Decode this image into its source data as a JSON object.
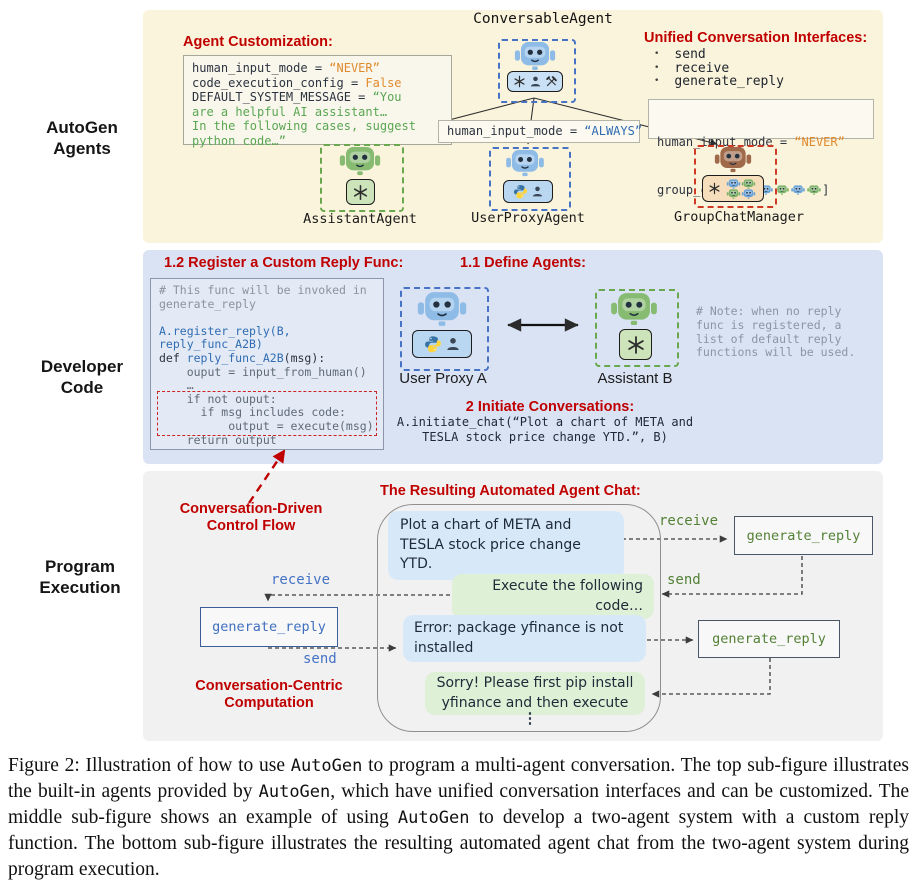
{
  "colors": {
    "accent_red": "#c00000",
    "panel_top_bg": "#fbf4dc",
    "panel_middle_bg": "#dae3f3",
    "panel_bottom_bg": "#f1f1f1",
    "code_orange": "#e08a2e",
    "code_green": "#59a653",
    "code_blue": "#2f6cb3",
    "bubble_blue": "#d7e9f9",
    "bubble_green": "#def0d6",
    "agent_border_blue": "#4673c5",
    "agent_border_green": "#6aa84f",
    "agent_border_red": "#cf3a27",
    "label_green": "#538135",
    "label_blue": "#4472c4"
  },
  "side_labels": {
    "agents": "AutoGen\nAgents",
    "developer": "Developer\nCode",
    "execution": "Program\nExecution"
  },
  "top_panel": {
    "title": "ConversableAgent",
    "customization_heading": "Agent Customization:",
    "customization_code": [
      [
        {
          "t": "human_input_mode = ",
          "c": "k"
        },
        {
          "t": "“NEVER”",
          "c": "o"
        }
      ],
      [
        {
          "t": "code_execution_config = ",
          "c": "k"
        },
        {
          "t": "False",
          "c": "o"
        }
      ],
      [
        {
          "t": "DEFAULT_SYSTEM_MESSAGE = ",
          "c": "k"
        },
        {
          "t": "“You",
          "c": "g"
        }
      ],
      [
        {
          "t": "are a helpful AI assistant…",
          "c": "g"
        }
      ],
      [
        {
          "t": "In the following cases, suggest",
          "c": "g"
        }
      ],
      [
        {
          "t": "python code…”",
          "c": "g"
        }
      ]
    ],
    "interfaces_heading": "Unified Conversation Interfaces:",
    "interfaces": [
      "send",
      "receive",
      "generate_reply"
    ],
    "always_line": [
      {
        "t": "human_input_mode = ",
        "c": "k"
      },
      {
        "t": "“ALWAYS”",
        "c": "b"
      }
    ],
    "group_line1": [
      {
        "t": "human_input_mode = ",
        "c": "k"
      },
      {
        "t": "“NEVER”",
        "c": "o"
      }
    ],
    "group_line2_prefix": [
      {
        "t": "group_chat = [",
        "c": "k"
      }
    ],
    "group_line2_suffix": "]",
    "assistant_label": "AssistantAgent",
    "userproxy_label": "UserProxyAgent",
    "groupchat_label": "GroupChatManager"
  },
  "middle_panel": {
    "register_heading": "1.2 Register a Custom Reply Func:",
    "register_code": [
      [
        {
          "t": "# This func will be invoked in",
          "c": "c"
        }
      ],
      [
        {
          "t": "generate_reply",
          "c": "c"
        }
      ],
      [],
      [
        {
          "t": "A.register_reply(B,",
          "c": "b"
        }
      ],
      [
        {
          "t": "reply_func_A2B)",
          "c": "b"
        }
      ],
      [
        {
          "t": "def ",
          "c": "k"
        },
        {
          "t": "reply_func_A2B",
          "c": "b"
        },
        {
          "t": "(msg):",
          "c": "k"
        }
      ],
      [
        {
          "t": "    ouput = input_from_human()",
          "c": "d"
        }
      ],
      [
        {
          "t": "    …",
          "c": "d"
        }
      ],
      [
        {
          "t": "    if not ouput:",
          "c": "d"
        }
      ],
      [
        {
          "t": "      if msg includes code:",
          "c": "d"
        }
      ],
      [
        {
          "t": "          output = execute(msg)",
          "c": "d"
        }
      ],
      [
        {
          "t": "    return output",
          "c": "d"
        }
      ]
    ],
    "define_heading": "1.1 Define Agents:",
    "userproxy_label": "User Proxy A",
    "assistant_label": "Assistant B",
    "note": "# Note: when no reply\nfunc is registered, a\nlist of default reply\nfunctions will be used.",
    "initiate_heading": "2 Initiate Conversations:",
    "initiate_code": "A.initiate_chat(“Plot a chart of META and\nTESLA stock price change YTD.”, B)"
  },
  "bottom_panel": {
    "control_flow_label": "Conversation-Driven\nControl Flow",
    "chat_heading": "The Resulting Automated Agent Chat:",
    "computation_label": "Conversation-Centric\nComputation",
    "generate_reply_label": "generate_reply",
    "receive_label": "receive",
    "send_label": "send",
    "bubbles": [
      {
        "sender": "user_proxy",
        "text": "Plot a chart of META and\nTESLA stock price change YTD."
      },
      {
        "sender": "assistant",
        "text": "Execute the following\ncode…"
      },
      {
        "sender": "user_proxy",
        "text": "Error: package yfinance is not\ninstalled"
      },
      {
        "sender": "assistant",
        "text": "Sorry! Please first pip install\nyfinance and then execute"
      }
    ],
    "ellipsis": "⋮"
  },
  "caption_segments": [
    {
      "t": "Figure 2: Illustration of how to use ",
      "c": "s"
    },
    {
      "t": "AutoGen",
      "c": "m"
    },
    {
      "t": " to program a multi-agent conversation. The top sub-figure illustrates the built-in agents provided by ",
      "c": "s"
    },
    {
      "t": "AutoGen",
      "c": "m"
    },
    {
      "t": ", which have unified conversation interfaces and can be customized. The middle sub-figure shows an example of using ",
      "c": "s"
    },
    {
      "t": "AutoGen",
      "c": "m"
    },
    {
      "t": " to develop a two-agent system with a custom reply function. The bottom sub-figure illustrates the resulting automated agent chat from the two-agent system during program execution.",
      "c": "s"
    }
  ]
}
